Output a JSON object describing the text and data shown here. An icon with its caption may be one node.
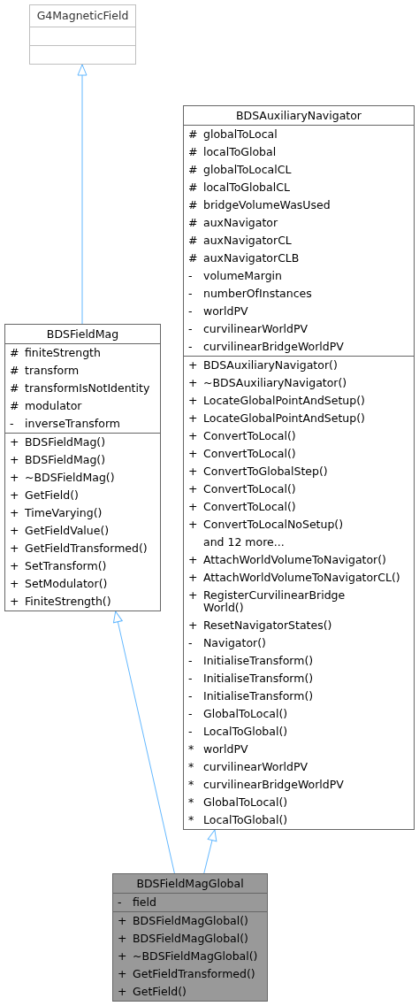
{
  "diagram": {
    "nodes": [
      {
        "text": [
          "G4MagneticField"
        ]
      },
      {
        "text": [],
        "shape": "box",
        "in": 0
      },
      {
        "text": [],
        "shape": "box",
        "in": 0
      },
      {
        "text": [
          "BDSAuxiliaryNavigator"
        ]
      },
      {
        "text": [
          "# globalToLocal",
          "# localToGlobal",
          "# globalToLocalCL",
          "# localToGlobalCL",
          "# bridgeVolumeWasUsed",
          "# auxNavigator",
          "# auxNavigatorCL",
          "# auxNavigatorCLB",
          "- volumeMargin",
          "- numberOfInstances",
          "- worldPV",
          "- curvilinearWorldPV",
          "- curvilinearBridgeWorldPV"
        ],
        "in": 3
      },
      {
        "text": [
          "+ BDSAuxiliaryNavigator()",
          "+ ~BDSAuxiliaryNavigator()",
          "+ LocateGlobalPointAndSetup()",
          "+ LocateGlobalPointAndSetup()",
          "+ ConvertToLocal()",
          "+ ConvertToLocal()",
          "+ ConvertToGlobalStep()",
          "+ ConvertToLocal()",
          "+ ConvertToLocal()",
          "+ ConvertToLocalNoSetup()",
          "and 12 more...",
          "+ AttachWorldVolumeToNavigator()",
          "+ AttachWorldVolumeToNavigatorCL()",
          "+ RegisterCurvilinearBridge World()",
          "+ ResetNavigatorStates()",
          "- Navigator()",
          "- InitialiseTransform()",
          "- InitialiseTransform()",
          "- InitialiseTransform()",
          "- GlobalToLocal()",
          "- LocalToGlobal()",
          "* worldPV",
          "* curvilinearWorldPV",
          "* curvilinearBridgeWorldPV",
          "* GlobalToLocal()",
          "* LocalToGlobal()"
        ],
        "in": 3
      },
      {
        "text": [
          "BDSFieldMag"
        ]
      },
      {
        "text": [
          "# finiteStrength",
          "# transform",
          "# transformIsNotIdentity",
          "# modulator",
          "- inverseTransform"
        ],
        "in": 6
      },
      {
        "text": [
          "+ BDSFieldMag()",
          "+ BDSFieldMag()",
          "+ ~BDSFieldMag()",
          "+ GetField()",
          "+ TimeVarying()",
          "+ GetFieldValue()",
          "+ GetFieldTransformed()",
          "+ SetTransform()",
          "+ SetModulator()",
          "+ FiniteStrength()"
        ],
        "in": 6
      },
      {
        "text": [
          "BDSFieldMagGlobal"
        ]
      },
      {
        "text": [
          "- field"
        ],
        "in": 9
      },
      {
        "text": [
          "+ BDSFieldMagGlobal()",
          "+ BDSFieldMagGlobal()",
          "+ ~BDSFieldMagGlobal()",
          "+ GetFieldTransformed()",
          "+ GetField()"
        ],
        "in": 9
      }
    ],
    "edges": [
      {
        "from": 6,
        "to": 0,
        "arrow": "to"
      },
      {
        "from": 9,
        "to": 6,
        "arrow": "to"
      },
      {
        "from": 9,
        "to": 3,
        "arrow": "to"
      }
    ]
  }
}
